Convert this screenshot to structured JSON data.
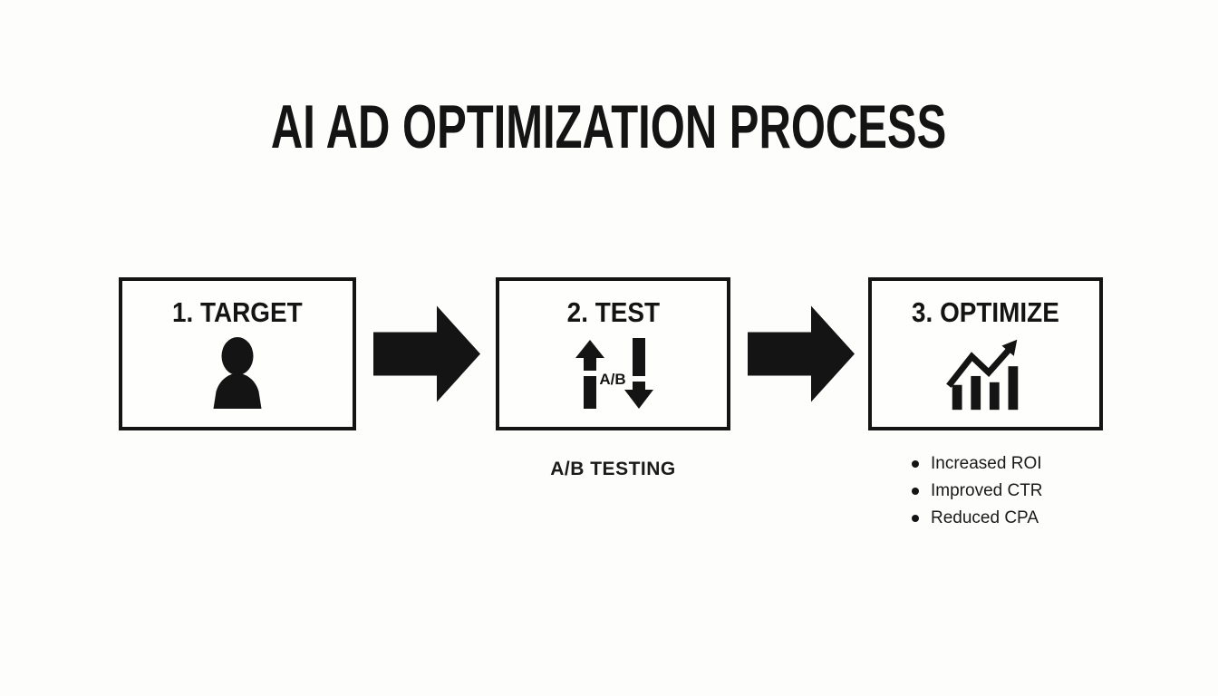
{
  "title": "AI AD OPTIMIZATION PROCESS",
  "colors": {
    "background": "#fdfdfc",
    "ink": "#141414"
  },
  "steps": [
    {
      "label": "1. TARGET",
      "icon": "person-icon"
    },
    {
      "label": "2. TEST",
      "icon": "ab-test-arrows-icon",
      "ab_label": "A/B",
      "caption": "A/B TESTING"
    },
    {
      "label": "3. OPTIMIZE",
      "icon": "growth-chart-icon",
      "bullets": [
        "Increased ROI",
        "Improved CTR",
        "Reduced CPA"
      ]
    }
  ],
  "connector_icon": "right-arrow-icon"
}
